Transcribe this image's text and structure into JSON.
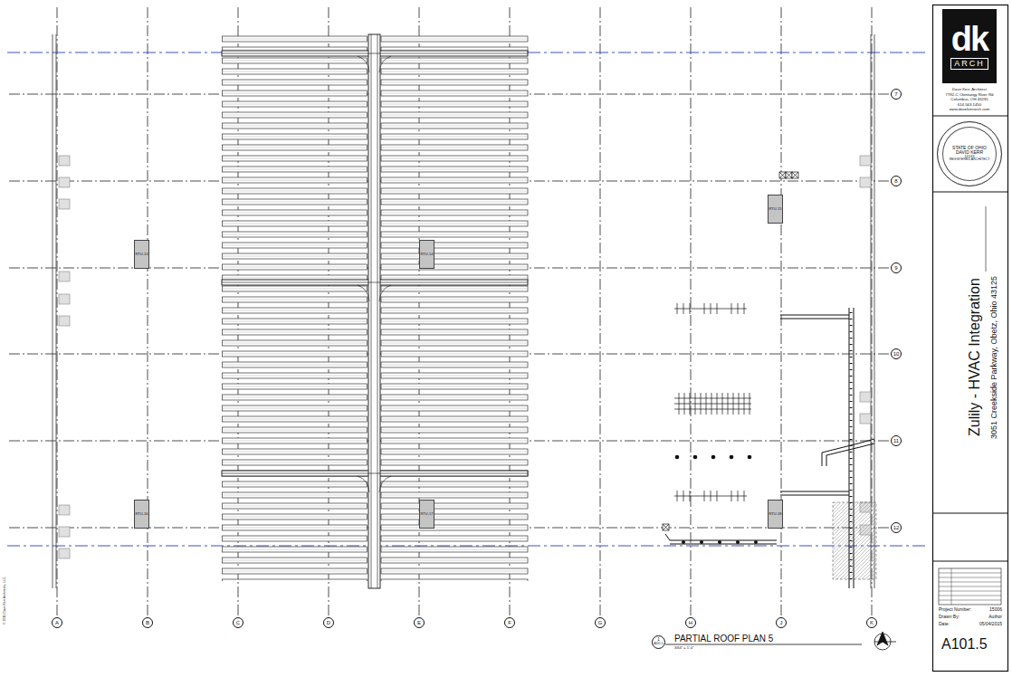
{
  "diagram": {
    "title": "Zulily - HVAC Integration",
    "nodes": [
      {
        "text": [
          "A"
        ]
      },
      {
        "text": [
          "B"
        ]
      },
      {
        "text": [
          "C"
        ]
      },
      {
        "text": [
          "D"
        ]
      },
      {
        "text": [
          "E"
        ]
      },
      {
        "text": [
          "F"
        ]
      },
      {
        "text": [
          "G"
        ]
      },
      {
        "text": [
          "H"
        ]
      },
      {
        "text": [
          "J"
        ]
      },
      {
        "text": [
          "K"
        ]
      },
      {
        "text": [
          "7"
        ]
      },
      {
        "text": [
          "8"
        ]
      },
      {
        "text": [
          "9"
        ]
      },
      {
        "text": [
          "10"
        ]
      },
      {
        "text": [
          "11"
        ]
      },
      {
        "text": [
          "12"
        ]
      },
      {
        "text": [
          "RTU-13"
        ]
      },
      {
        "text": [
          "RTU-14"
        ]
      },
      {
        "text": [
          "RTU-15"
        ]
      },
      {
        "text": [
          "RTU-16"
        ]
      },
      {
        "text": [
          "RTU-17"
        ]
      },
      {
        "text": [
          "RTU-18"
        ]
      },
      {
        "text": [
          "dk",
          "ARCH"
        ]
      },
      {
        "text": [
          "STATE OF OHIO",
          "DAVID KERR",
          "11533",
          "REGISTERED ARCHITECT"
        ]
      },
      {
        "text": [
          "1",
          "A101.5"
        ]
      }
    ],
    "labels": [
      "Dave Kerr, Architect",
      "7792-C Olentangy River Rd",
      "Columbus, OH 43235",
      "614.563.1450",
      "www.davekerrarch.com",
      "3051 Creekside Parkway, Obetz, Ohio 43125",
      "Project Number:",
      "15006",
      "Drawn By:",
      "Author",
      "Date:",
      "05/04/2015",
      "A101.5",
      "PARTIAL ROOF PLAN 5",
      "3/64\" = 1'-0\"",
      "© 2015 Dave Kerr Architects, LLC"
    ]
  }
}
